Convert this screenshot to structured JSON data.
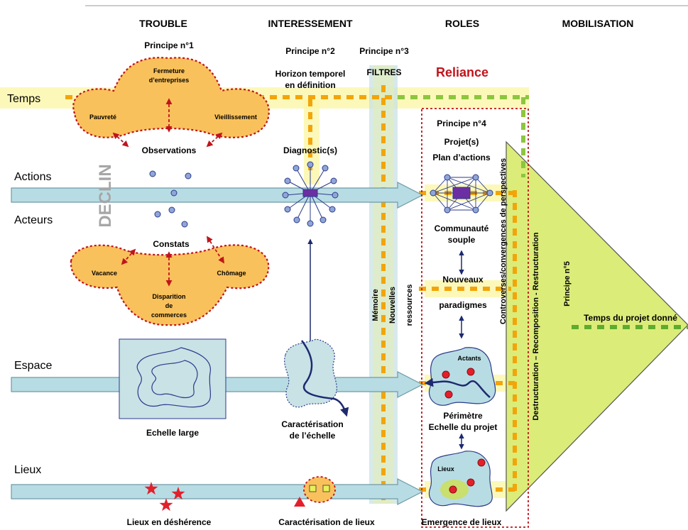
{
  "columns": {
    "trouble": "TROUBLE",
    "interessement": "INTERESSEMENT",
    "roles": "ROLES",
    "mobilisation": "MOBILISATION"
  },
  "principles": {
    "p1": "Principe n°1",
    "p2": "Principe n°2",
    "p3": "Principe n°3",
    "p4": "Principe n°4",
    "p5": "Principe n°5"
  },
  "filters": "FILTRES",
  "reliance": "Reliance",
  "rows": {
    "temps": "Temps",
    "actions": "Actions",
    "acteurs": "Acteurs",
    "espace": "Espace",
    "lieux": "Lieux"
  },
  "declin": "DECLIN",
  "trouble": {
    "blob1": [
      "Fermeture",
      "d’entreprises",
      "Pauvreté",
      "Vieillissement"
    ],
    "observations": "Observations",
    "constats": "Constats",
    "blob2": [
      "Vacance",
      "Chômage",
      "Disparition",
      "de",
      "commerces"
    ],
    "echelle_large": "Echelle large",
    "lieux_desherence": "Lieux en déshérence"
  },
  "interessement": {
    "horizon": [
      "Horizon temporel",
      "en définition"
    ],
    "diagnostic": "Diagnostic(s)",
    "caracterisation_echelle": [
      "Caractérisation",
      "de l’échelle"
    ],
    "caracterisation_lieux": "Caractérisation de lieux"
  },
  "filtres_vertical": [
    "Mémoire",
    "Nouvelles",
    "ressources"
  ],
  "roles": {
    "projets": "Projet(s)",
    "plan": "Plan d’actions",
    "communaute": [
      "Communauté",
      "souple"
    ],
    "nouveaux": "Nouveaux",
    "paradigmes": "paradigmes",
    "actants": "Actants",
    "perimetre": [
      "Périmètre",
      "Echelle du projet"
    ],
    "lieux": "Lieux",
    "emergence": "Emergence de lieux"
  },
  "controverses": "Controverses/convergences de perspectives",
  "destructuration": "Destructuration – Recomposition - Restructuration",
  "temps_projet": "Temps du projet donné",
  "colors": {
    "blob": "#f9c15b",
    "blob_border": "#c0141c",
    "arrow": "#b8dce4",
    "dash_orange": "#f2a50a",
    "dash_green": "#8cc63f",
    "triangle": "#dcec79",
    "reliance": "#c0141c"
  }
}
